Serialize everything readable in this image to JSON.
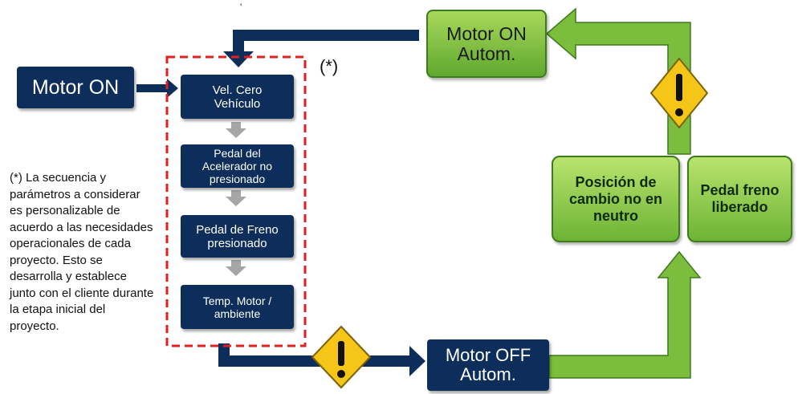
{
  "boxes": {
    "motor_on": "Motor ON",
    "vel_cero": "Vel. Cero Vehículo",
    "pedal_acelerador": "Pedal del Acelerador no presionado",
    "pedal_freno_presionado": "Pedal de Freno presionado",
    "temp_motor": "Temp. Motor / ambiente",
    "motor_off_autom": "Motor OFF Autom.",
    "motor_on_autom": "Motor ON Autom.",
    "posicion_cambio": "Posición de cambio no en neutro",
    "pedal_freno_liberado": "Pedal freno liberado"
  },
  "marker": "(*)",
  "footnote": "(*) La secuencia y parámetros a considerar es personalizable de acuerdo a las necesidades operacionales de cada proyecto. Esto se desarrolla  y establece junto con el cliente durante la etapa inicial del proyecto.",
  "colors": {
    "navy": "#0d2d5a",
    "green": "#6cb435",
    "dashed_border": "#e02020",
    "warning": "#f5c518",
    "gray_arrow": "#a6a6a6"
  },
  "icons": [
    "warning-icon",
    "warning-icon",
    "down-arrow-icon"
  ]
}
